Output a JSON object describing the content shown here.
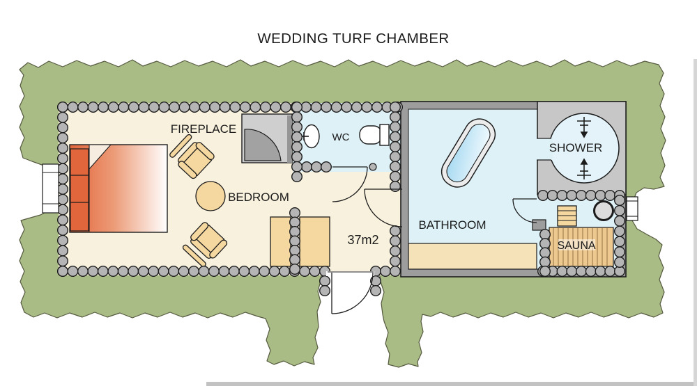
{
  "title": "WEDDING TURF CHAMBER",
  "plan": {
    "area_label": "37m2",
    "rooms": {
      "bedroom": {
        "label": "BEDROOM"
      },
      "wc": {
        "label": "WC"
      },
      "bathroom": {
        "label": "BATHROOM"
      },
      "shower": {
        "label": "SHOWER"
      },
      "sauna": {
        "label": "SAUNA"
      }
    },
    "features": {
      "fireplace_label": "FIREPLACE"
    }
  },
  "colors": {
    "turf_green": "#a9bc85",
    "turf_edge": "#55593f",
    "floor_cream": "#f8f1dd",
    "floor_blue": "#def1f7",
    "wood_tan": "#f5d7a0",
    "sauna_wood": "#eec98f",
    "log_gray": "#b5b5b5",
    "wall_gray": "#9d9d9d",
    "shower_gray": "#c7c7c7",
    "bed_orange": "#e2663c",
    "line_black": "#1c1c1c"
  }
}
